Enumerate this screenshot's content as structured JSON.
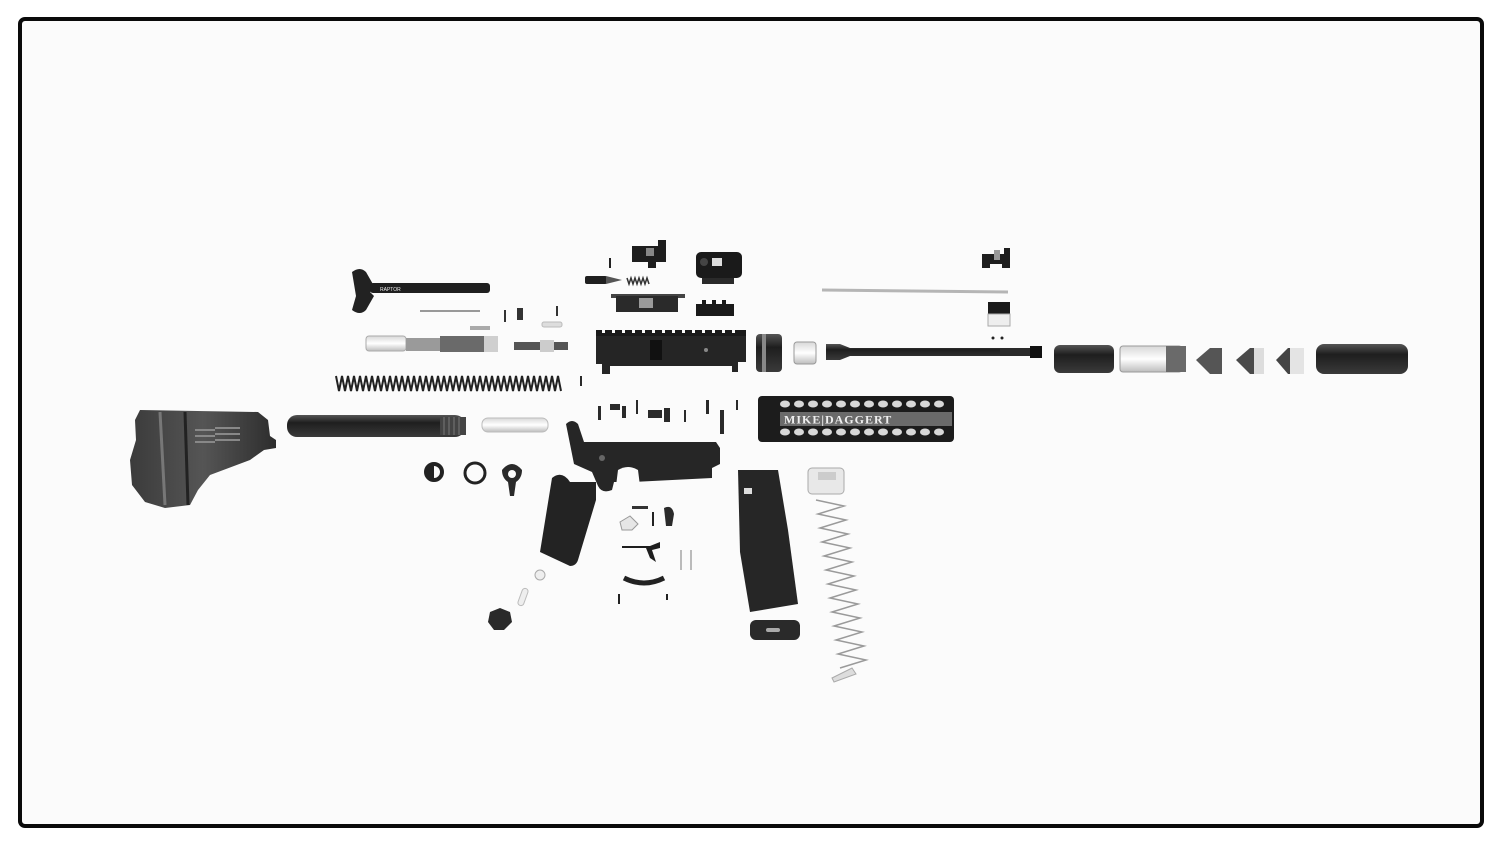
{
  "image": {
    "description": "Black-and-white photograph of a disassembled AR-style rifle laid out in an exploded view on a white background, framed by a rounded black border",
    "border_color": "#0a0a0a",
    "background_color": "#fbfbfb",
    "part_color": "#2a2a2a"
  },
  "visible_text": {
    "handguard_engraving": "MIKE|DAGGERT",
    "charging_handle_engraving": "RAPTOR"
  },
  "parts": [
    {
      "name": "pistol-brace",
      "label": "Pistol stabilizing brace"
    },
    {
      "name": "buffer-tube",
      "label": "Buffer tube"
    },
    {
      "name": "buffer",
      "label": "Buffer"
    },
    {
      "name": "buffer-spring",
      "label": "Buffer spring"
    },
    {
      "name": "charging-handle",
      "label": "Ambidextrous charging handle"
    },
    {
      "name": "bolt-carrier-group",
      "label": "Bolt carrier group"
    },
    {
      "name": "upper-receiver",
      "label": "Upper receiver"
    },
    {
      "name": "lower-receiver",
      "label": "Lower receiver"
    },
    {
      "name": "pistol-grip",
      "label": "Pistol grip"
    },
    {
      "name": "magazine",
      "label": "Magazine"
    },
    {
      "name": "magazine-spring",
      "label": "Magazine spring"
    },
    {
      "name": "magazine-follower",
      "label": "Magazine follower"
    },
    {
      "name": "magazine-floorplate",
      "label": "Magazine floorplate"
    },
    {
      "name": "red-dot-sight",
      "label": "Red dot sight"
    },
    {
      "name": "rear-sight",
      "label": "Rear flip-up sight"
    },
    {
      "name": "front-sight",
      "label": "Front flip-up sight"
    },
    {
      "name": "handguard",
      "label": "Free-float handguard"
    },
    {
      "name": "barrel-nut",
      "label": "Barrel nut"
    },
    {
      "name": "barrel",
      "label": "Barrel"
    },
    {
      "name": "gas-tube",
      "label": "Gas tube"
    },
    {
      "name": "gas-block",
      "label": "Gas block"
    },
    {
      "name": "suppressor-parts",
      "label": "Suppressor / muzzle device components"
    },
    {
      "name": "trigger-group",
      "label": "Trigger group parts"
    },
    {
      "name": "trigger-guard",
      "label": "Trigger guard"
    },
    {
      "name": "sling-swivel",
      "label": "Sling swivel and end plate"
    }
  ]
}
